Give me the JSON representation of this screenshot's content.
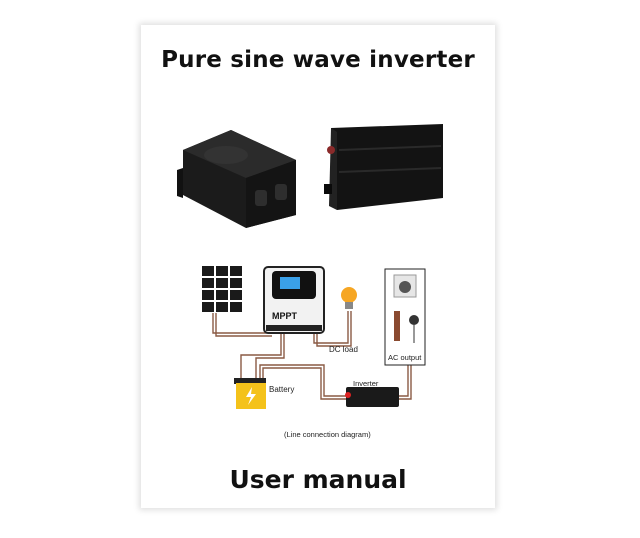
{
  "document": {
    "title": "Pure sine wave inverter",
    "footer_title": "User manual"
  },
  "product_photos": {
    "items": [
      {
        "name": "inverter-front-view"
      },
      {
        "name": "inverter-side-view"
      }
    ]
  },
  "diagram": {
    "controller_label": "MPPT",
    "dc_load_label": "DC load",
    "ac_output_label": "AC output",
    "battery_label": "Battery",
    "inverter_label": "Inverter",
    "caption": "(Line connection diagram)",
    "colors": {
      "battery_yellow": "#f4c21a",
      "bulb_orange": "#f6a623",
      "wire_brown": "#8a5a44",
      "screen_blue": "#3aa0e8"
    }
  }
}
